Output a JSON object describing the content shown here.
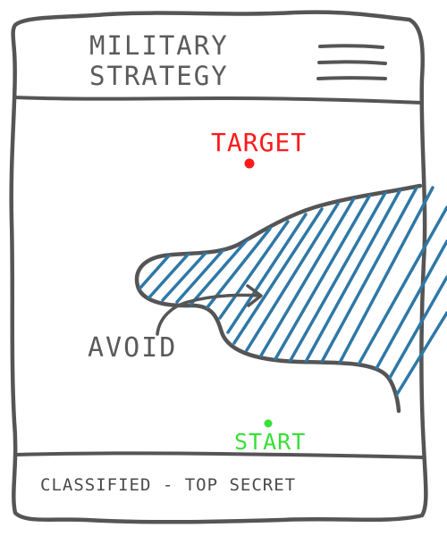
{
  "header": {
    "title_line_1": "MILITARY",
    "title_line_2": "STRATEGY",
    "menu_icon": "hamburger-menu-icon"
  },
  "map": {
    "target_label": "TARGET",
    "avoid_label": "AVOID",
    "start_label": "START",
    "target_color": "#ff1a1a",
    "start_color": "#38e038",
    "hazard_fill_color": "#2f78a6",
    "outline_color": "#555555"
  },
  "footer": {
    "classification_label": "CLASSIFIED - TOP SECRET"
  }
}
